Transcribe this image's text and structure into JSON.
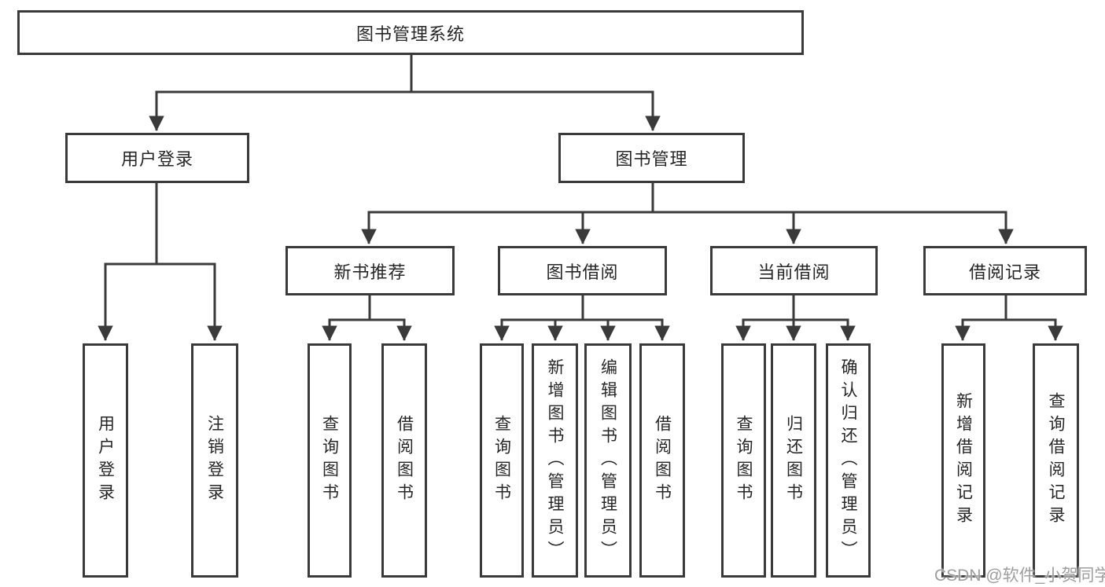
{
  "diagram": {
    "root": {
      "label": "图书管理系统"
    },
    "level2": [
      {
        "label": "用户登录"
      },
      {
        "label": "图书管理"
      }
    ],
    "level3": [
      {
        "label": "新书推荐"
      },
      {
        "label": "图书借阅"
      },
      {
        "label": "当前借阅"
      },
      {
        "label": "借阅记录"
      }
    ],
    "leaves": {
      "user_login": [
        "用户登录",
        "注销登录"
      ],
      "new_book": [
        "查询图书",
        "借阅图书"
      ],
      "book_borrow": [
        "查询图书",
        "新增图书（管理员）",
        "编辑图书（管理员）",
        "借阅图书"
      ],
      "current_borrow": [
        "查询图书",
        "归还图书",
        "确认归还（管理员）"
      ],
      "borrow_record": [
        "新增借阅记录",
        "查询借阅记录"
      ]
    },
    "colors": {
      "line": "#3a3a3a",
      "text": "#262626",
      "background": "#ffffff",
      "watermark": "#9e9e9e"
    }
  },
  "watermark": {
    "text": "CSDN @软件_小贺同学"
  }
}
